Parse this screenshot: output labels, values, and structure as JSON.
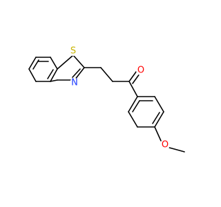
{
  "atoms": {
    "sulfur": {
      "symbol": "S",
      "color": "#c8b400"
    },
    "nitrogen": {
      "symbol": "N",
      "color": "#1e3cff"
    },
    "carbonyl_oxygen": {
      "symbol": "O",
      "color": "#ff0000"
    },
    "ether_oxygen": {
      "symbol": "O",
      "color": "#ff0000"
    }
  }
}
